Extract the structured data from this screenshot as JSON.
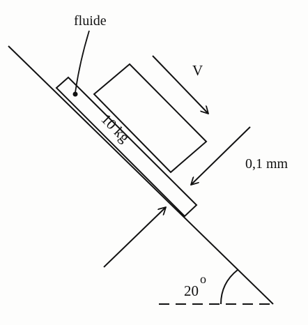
{
  "diagram": {
    "labels": {
      "fluid": "fluide",
      "velocity": "V",
      "mass": "10 kg",
      "gap": "0,1 mm",
      "angle_value": "20",
      "angle_unit": "o"
    }
  }
}
